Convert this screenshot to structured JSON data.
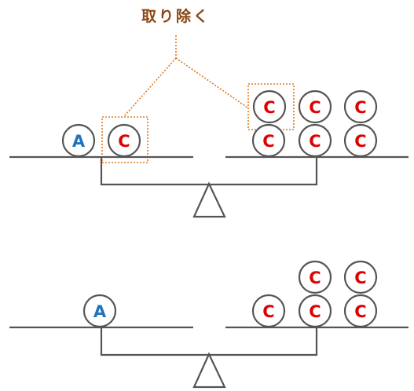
{
  "callout": {
    "text": "取り除く",
    "color": "#8B4513",
    "line_color": "#E07820"
  },
  "colors": {
    "stroke": "#555555",
    "label_a": "#1E73BE",
    "label_c": "#E00000"
  },
  "scale_before": {
    "left_balls": [
      "A",
      "C"
    ],
    "right_balls": [
      "C",
      "C",
      "C",
      "C",
      "C",
      "C"
    ],
    "removed": [
      "C",
      "C"
    ]
  },
  "scale_after": {
    "left_balls": [
      "A"
    ],
    "right_balls": [
      "C",
      "C",
      "C",
      "C",
      "C"
    ]
  }
}
